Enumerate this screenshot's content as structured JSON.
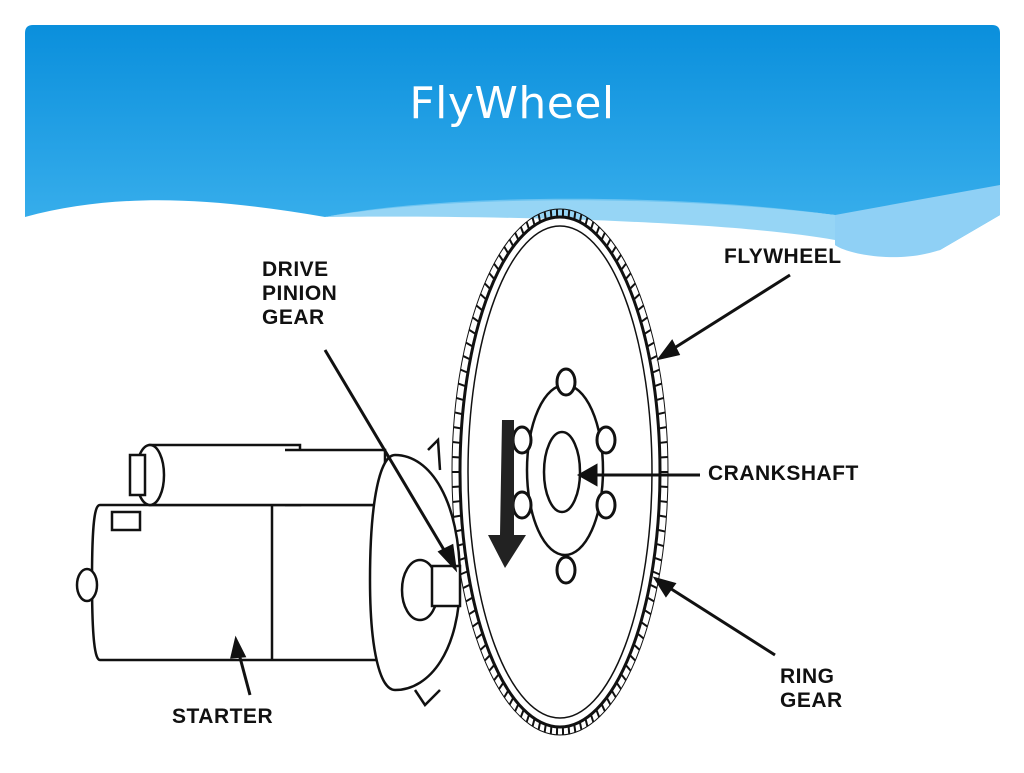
{
  "slide": {
    "title": "FlyWheel",
    "accent_color": "#1e9be6",
    "accent_light": "#8fd0f5"
  },
  "diagram": {
    "labels": {
      "drive_pinion_gear": [
        "DRIVE",
        "PINION",
        "GEAR"
      ],
      "flywheel": "FLYWHEEL",
      "crankshaft": "CRANKSHAFT",
      "ring_gear": [
        "RING",
        "GEAR"
      ],
      "starter": "STARTER"
    }
  }
}
